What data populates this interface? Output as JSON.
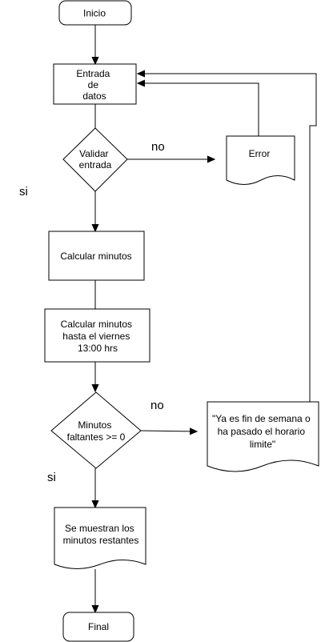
{
  "nodes": {
    "inicio": {
      "lines": [
        "Inicio"
      ]
    },
    "entrada": {
      "lines": [
        "Entrada",
        "de",
        "datos"
      ]
    },
    "validar": {
      "lines": [
        "Validar",
        "entrada"
      ]
    },
    "error": {
      "lines": [
        "Error"
      ]
    },
    "calcular": {
      "lines": [
        "Calcular minutos"
      ]
    },
    "calcular_viernes": {
      "lines": [
        "Calcular minutos",
        "hasta el viernes",
        "13:00 hrs"
      ]
    },
    "minutos_faltantes": {
      "lines": [
        "Minutos",
        "faltantes >= 0"
      ]
    },
    "fin_semana": {
      "lines": [
        "\"Ya es fin de semana o",
        "ha pasado el horario",
        "limite\""
      ]
    },
    "muestran": {
      "lines": [
        "Se muestran los",
        "minutos restantes"
      ]
    },
    "final": {
      "lines": [
        "Final"
      ]
    }
  },
  "edge_labels": {
    "validar_no": "no",
    "validar_si": "si",
    "minutos_no": "no",
    "minutos_si": "si"
  }
}
